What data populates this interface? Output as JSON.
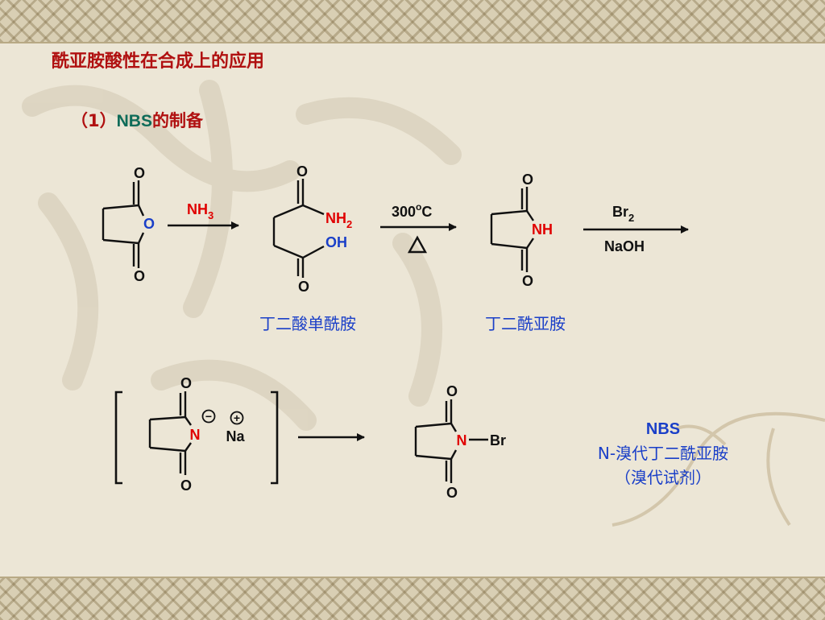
{
  "slide": {
    "title": "酰亚胺酸性在合成上的应用",
    "subtitle_prefix": "（1）",
    "subtitle_main": "NBS",
    "subtitle_suffix": "的制备"
  },
  "atoms": {
    "O": "O",
    "NH": "NH",
    "N": "N",
    "Br": "Br",
    "Na": "Na",
    "OH": "OH",
    "NH_base": "NH",
    "sub_2": "2",
    "sub_3": "3",
    "minus": "−",
    "plus": "+"
  },
  "reagents": {
    "nh3_base": "NH",
    "nh3_sub": "3",
    "temp_value": "300",
    "temp_degree": "o",
    "temp_unit": "C",
    "br2_base": "Br",
    "br2_sub": "2",
    "naoh": "NaOH"
  },
  "compounds": {
    "amide_acid_name": "丁二酸单酰胺",
    "succinimide_name": "丁二酰亚胺"
  },
  "nbs_label": {
    "title": "NBS",
    "full_name": "N-溴代丁二酰亚胺",
    "note": "（溴代试剂）"
  },
  "colors": {
    "title_red": "#b01010",
    "heteroatom_red": "#e00000",
    "oxygen_blue": "#1a3fc8",
    "name_blue": "#1a3fc8",
    "nbs_green": "#0e6b58",
    "bond_black": "#111111"
  }
}
